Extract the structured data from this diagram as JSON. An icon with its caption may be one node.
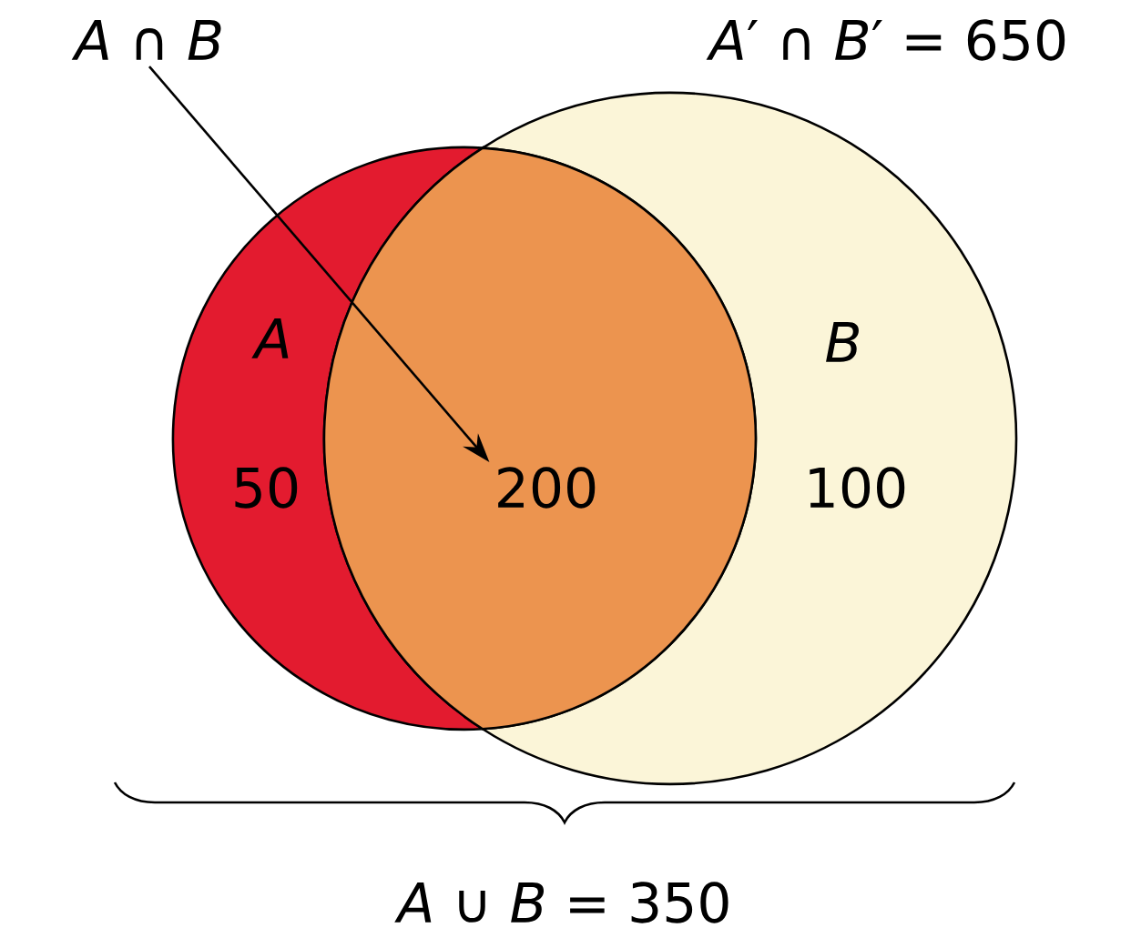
{
  "diagram": {
    "nodes": [
      {
        "text": [
          "*A* ∩ *B*"
        ]
      },
      {
        "text": [
          "A",
          "50"
        ]
      },
      {
        "text": [
          "B",
          "100"
        ]
      },
      {
        "text": [
          "200"
        ]
      }
    ],
    "edges": [
      {
        "from": 0,
        "to": 3,
        "arrow": "to"
      }
    ],
    "labels": [
      "*A*′ ∩ *B*′ = 650",
      "*A* ∪ *B* = 350"
    ]
  }
}
